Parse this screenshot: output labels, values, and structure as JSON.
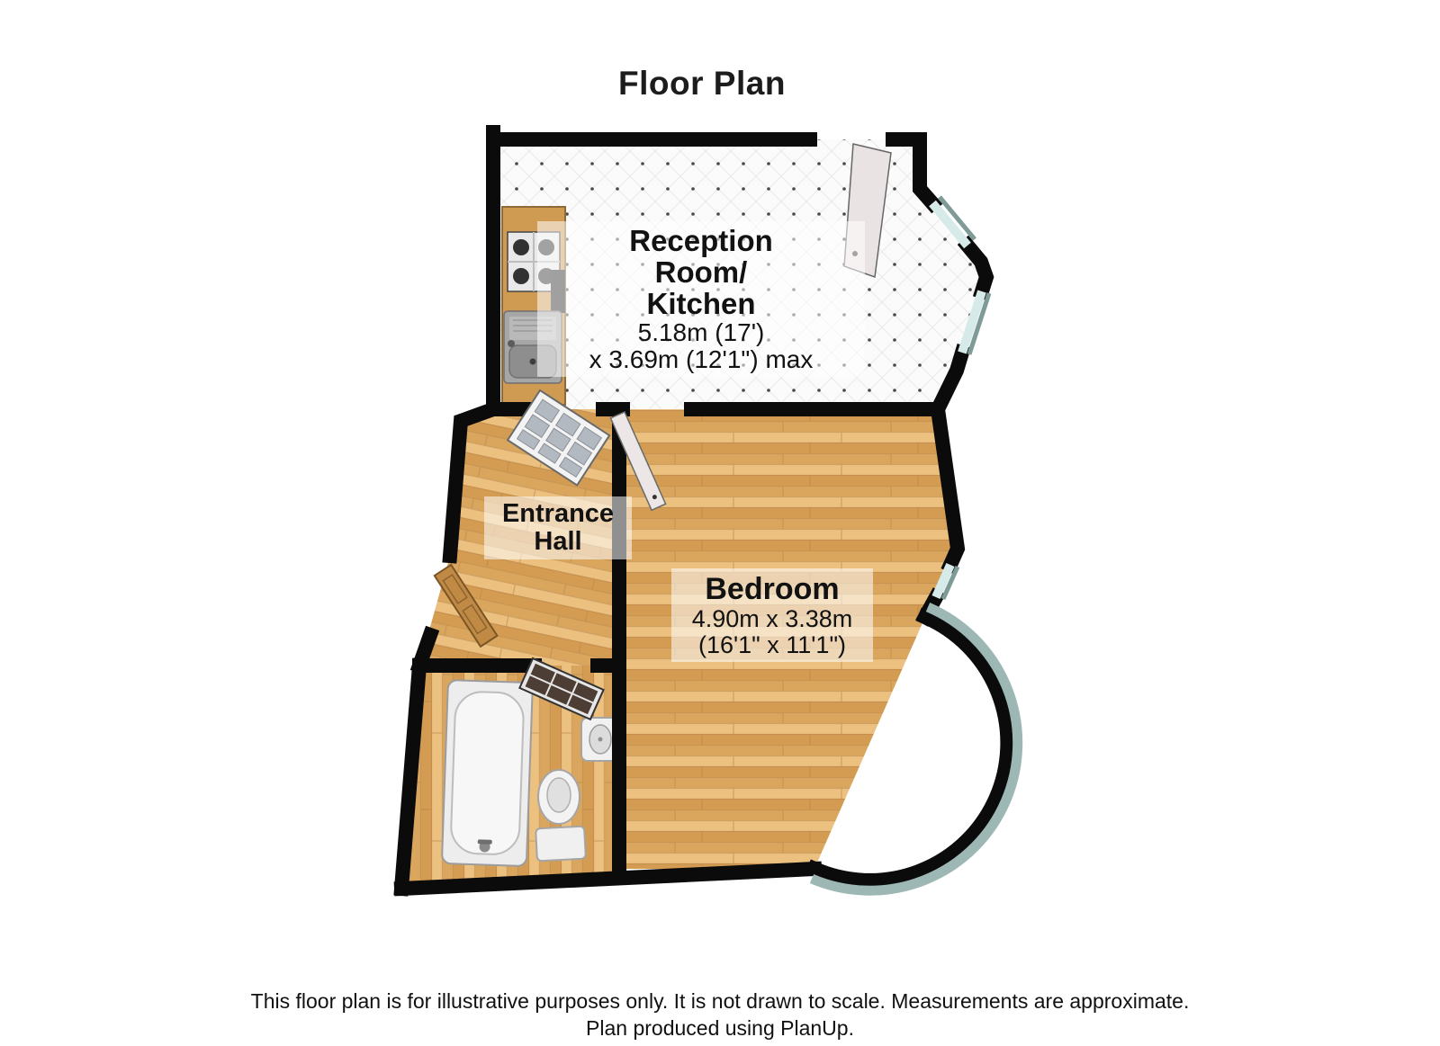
{
  "title": "Floor Plan",
  "rooms": {
    "reception": {
      "name_line1": "Reception",
      "name_line2": "Room/",
      "name_line3": "Kitchen",
      "dim_line1": "5.18m (17')",
      "dim_line2": "x 3.69m (12'1\") max"
    },
    "entrance": {
      "name_line1": "Entrance",
      "name_line2": "Hall"
    },
    "bedroom": {
      "name": "Bedroom",
      "dim_line1": "4.90m x 3.38m",
      "dim_line2": "(16'1\" x 11'1\")"
    }
  },
  "footer": {
    "line1": "This floor plan is for illustrative purposes only. It is not drawn to scale. Measurements are approximate.",
    "line2": "Plan produced using PlanUp."
  },
  "colors": {
    "wall": "#0b0b0b",
    "wood_floor": "#e3b26f",
    "tile_floor": "#fbfbfb",
    "window_glass": "#d6ebe9",
    "window_band": "#7e9b98",
    "door_wood": "#c08a45",
    "counter_wood": "#cf9a52",
    "text": "#1c1c1c"
  }
}
